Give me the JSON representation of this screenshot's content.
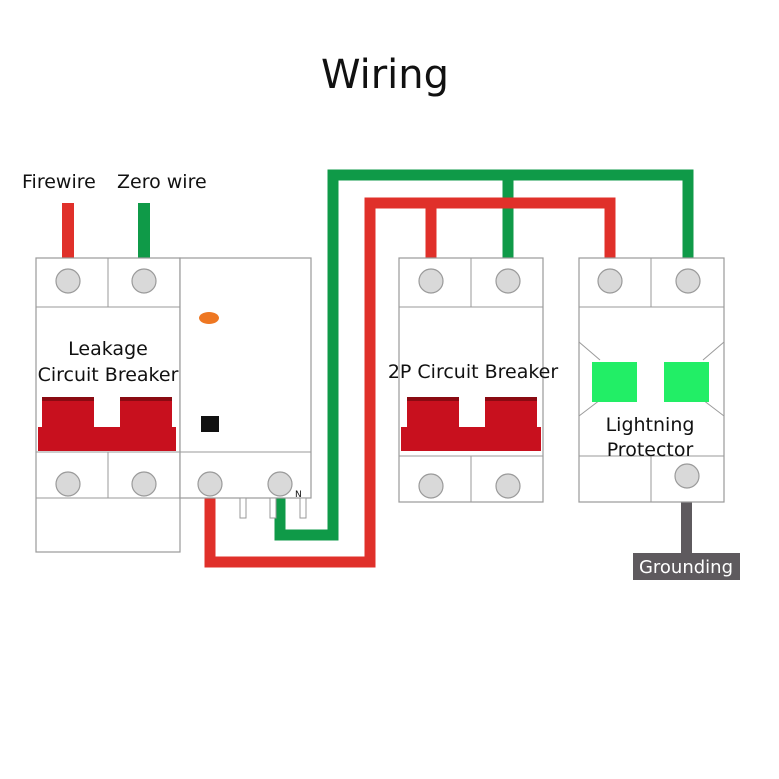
{
  "title": "Wiring",
  "labels": {
    "firewire": "Firewire",
    "zero_wire": "Zero wire",
    "leakage_line1": "Leakage",
    "leakage_line2": "Circuit Breaker",
    "breaker_2p": "2P Circuit Breaker",
    "lightning_line1": "Lightning",
    "lightning_line2": "Protector",
    "grounding": "Grounding",
    "neutral_mark": "N"
  },
  "colors": {
    "live_wire": "#e0302a",
    "neutral_wire": "#0f9a48",
    "ground_wire": "#5e5a5e",
    "breaker_handle": "#c8101e",
    "protector_indicator": "#22ee66",
    "test_indicator": "#ee7722"
  }
}
